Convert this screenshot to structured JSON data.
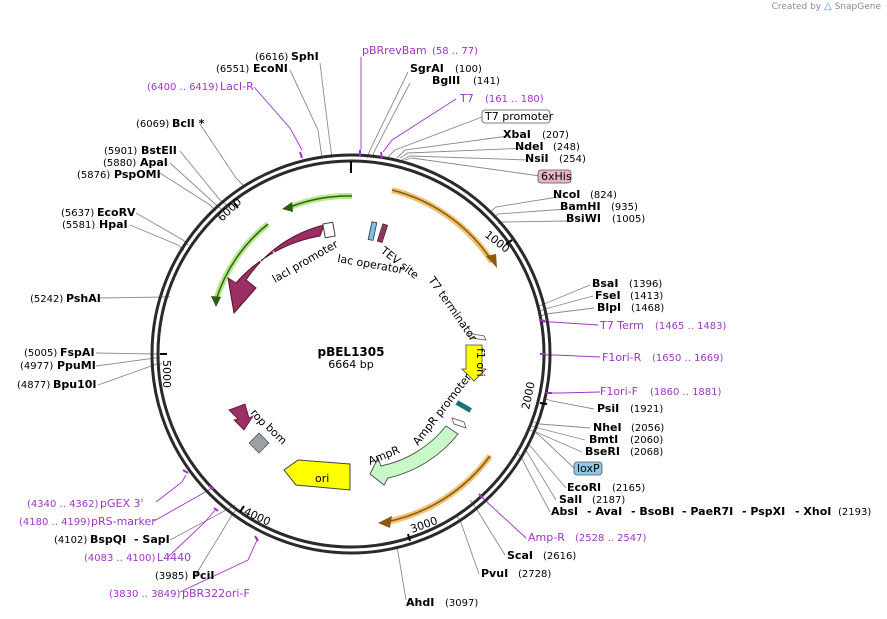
{
  "branding": {
    "created_by": "Created by",
    "product": "SnapGene"
  },
  "plasmid": {
    "name": "pBEL1305",
    "size_label": "6664 bp"
  },
  "colors": {
    "backbone": "#2a2a2a",
    "primer": "#a034c8",
    "lacI": "#9b2f63",
    "bom": "#9aa0a6",
    "ori": "#ffff00",
    "f1ori": "#ffff00",
    "ampR": "#c8f7c8",
    "orf_highlight": "#f0c070",
    "orf_green": "#7acc3a",
    "his_tag": "#e8b5c4",
    "loxP": "#8ec8e8"
  },
  "ticks": [
    "1000",
    "2000",
    "3000",
    "4000",
    "5000",
    "6000"
  ],
  "features": {
    "lacI": "lacI",
    "lacI_promoter": "lacI promoter",
    "lac_operator": "lac operator",
    "TEV_site": "TEV site",
    "T7_terminator": "T7 terminator",
    "f1_ori": "f1 ori",
    "AmpR_promoter": "AmpR promoter",
    "AmpR": "AmpR",
    "ori": "ori",
    "rop": "rop",
    "bom": "bom"
  },
  "boxed_labels": {
    "T7_promoter": "T7 promoter",
    "his_tag": "6xHis",
    "loxP": "loxP"
  },
  "primers_top": [
    {
      "name": "pBRrevBam",
      "range": "(58 .. 77)"
    },
    {
      "name": "LacI-R",
      "range": "(6400 .. 6419)"
    },
    {
      "name": "T7",
      "range": "(161 .. 180)"
    }
  ],
  "primers_right": [
    {
      "name": "T7 Term",
      "range": "(1465 .. 1483)"
    },
    {
      "name": "F1ori-R",
      "range": "(1650 .. 1669)"
    },
    {
      "name": "F1ori-F",
      "range": "(1860 .. 1881)"
    },
    {
      "name": "Amp-R",
      "range": "(2528 .. 2547)"
    }
  ],
  "primers_left": [
    {
      "name": "pGEX 3'",
      "range": "(4340 .. 4362)"
    },
    {
      "name": "pRS-marker",
      "range": "(4180 .. 4199)"
    },
    {
      "name": "L4440",
      "range": "(4083 .. 4100)"
    },
    {
      "name": "pBR322ori-F",
      "range": "(3830 .. 3849)"
    }
  ],
  "sites_top": [
    {
      "name": "SphI",
      "pos": "(6616)"
    },
    {
      "name": "EcoNI",
      "pos": "(6551)"
    },
    {
      "name": "SgrAI",
      "pos": "(100)"
    },
    {
      "name": "BglII",
      "pos": "(141)"
    },
    {
      "name": "XbaI",
      "pos": "(207)"
    },
    {
      "name": "NdeI",
      "pos": "(248)"
    },
    {
      "name": "NsiI",
      "pos": "(254)"
    },
    {
      "name": "NcoI",
      "pos": "(824)"
    },
    {
      "name": "BamHI",
      "pos": "(935)"
    },
    {
      "name": "BsiWI",
      "pos": "(1005)"
    }
  ],
  "sites_left": [
    {
      "name": "BclI *",
      "pos": "(6069)"
    },
    {
      "name": "BstEII",
      "pos": "(5901)"
    },
    {
      "name": "ApaI",
      "pos": "(5880)"
    },
    {
      "name": "PspOMI",
      "pos": "(5876)"
    },
    {
      "name": "EcoRV",
      "pos": "(5637)"
    },
    {
      "name": "HpaI",
      "pos": "(5581)"
    },
    {
      "name": "PshAI",
      "pos": "(5242)"
    },
    {
      "name": "FspAI",
      "pos": "(5005)"
    },
    {
      "name": "PpuMI",
      "pos": "(4977)"
    },
    {
      "name": "Bpu10I",
      "pos": "(4877)"
    },
    {
      "name": "BspQI",
      "pos": "(4102)"
    },
    {
      "name": "- SapI",
      "pos": ""
    },
    {
      "name": "PciI",
      "pos": "(3985)"
    }
  ],
  "sites_right": [
    {
      "name": "BsaI",
      "pos": "(1396)"
    },
    {
      "name": "FseI",
      "pos": "(1413)"
    },
    {
      "name": "BlpI",
      "pos": "(1468)"
    },
    {
      "name": "PsiI",
      "pos": "(1921)"
    },
    {
      "name": "NheI",
      "pos": "(2056)"
    },
    {
      "name": "BmtI",
      "pos": "(2060)"
    },
    {
      "name": "BseRI",
      "pos": "(2068)"
    },
    {
      "name": "EcoRI",
      "pos": "(2165)"
    },
    {
      "name": "SalI",
      "pos": "(2187)"
    },
    {
      "name": "ScaI",
      "pos": "(2616)"
    },
    {
      "name": "PvuI",
      "pos": "(2728)"
    },
    {
      "name": "AhdI",
      "pos": "(3097)"
    }
  ],
  "multi_site_line": {
    "names": [
      "AbsI",
      "- AvaI",
      "- BsoBI",
      "- PaeR7I",
      "- PspXI",
      "- XhoI"
    ],
    "pos": "(2193)"
  }
}
